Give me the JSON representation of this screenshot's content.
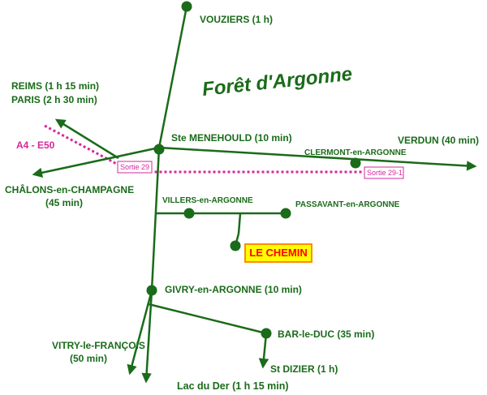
{
  "map": {
    "region_label": "Forêt d'Argonne",
    "destination": "LE CHEMIN",
    "highway": "A4 -  E50",
    "exits": [
      "Sortie 29",
      "Sortie 29-1"
    ],
    "places": {
      "vouziers": "VOUZIERS (1 h)",
      "reims": "REIMS (1 h 15 min)",
      "paris": "PARIS (2 h 30 min)",
      "ste_menehould": "Ste MENEHOULD (10 min)",
      "verdun": "VERDUN (40 min)",
      "clermont": "CLERMONT-en-ARGONNE",
      "chalons": "CHÂLONS-en-CHAMPAGNE",
      "chalons_time": "(45 min)",
      "villers": "VILLERS-en-ARGONNE",
      "passavant": "PASSAVANT-en-ARGONNE",
      "givry": "GIVRY-en-ARGONNE (10 min)",
      "vitry": "VITRY-le-FRANÇOIS",
      "vitry_time": "(50 min)",
      "bar_le_duc": "BAR-le-DUC (35 min)",
      "st_dizier": "St DIZIER (1 h)",
      "lac_du_der": "Lac du Der (1 h 15 min)"
    },
    "colors": {
      "road": "#1a6b1a",
      "highway": "#d6289a",
      "destination_fill": "#ffff00",
      "destination_border": "#ff8c00",
      "destination_text": "#ff0000"
    }
  }
}
